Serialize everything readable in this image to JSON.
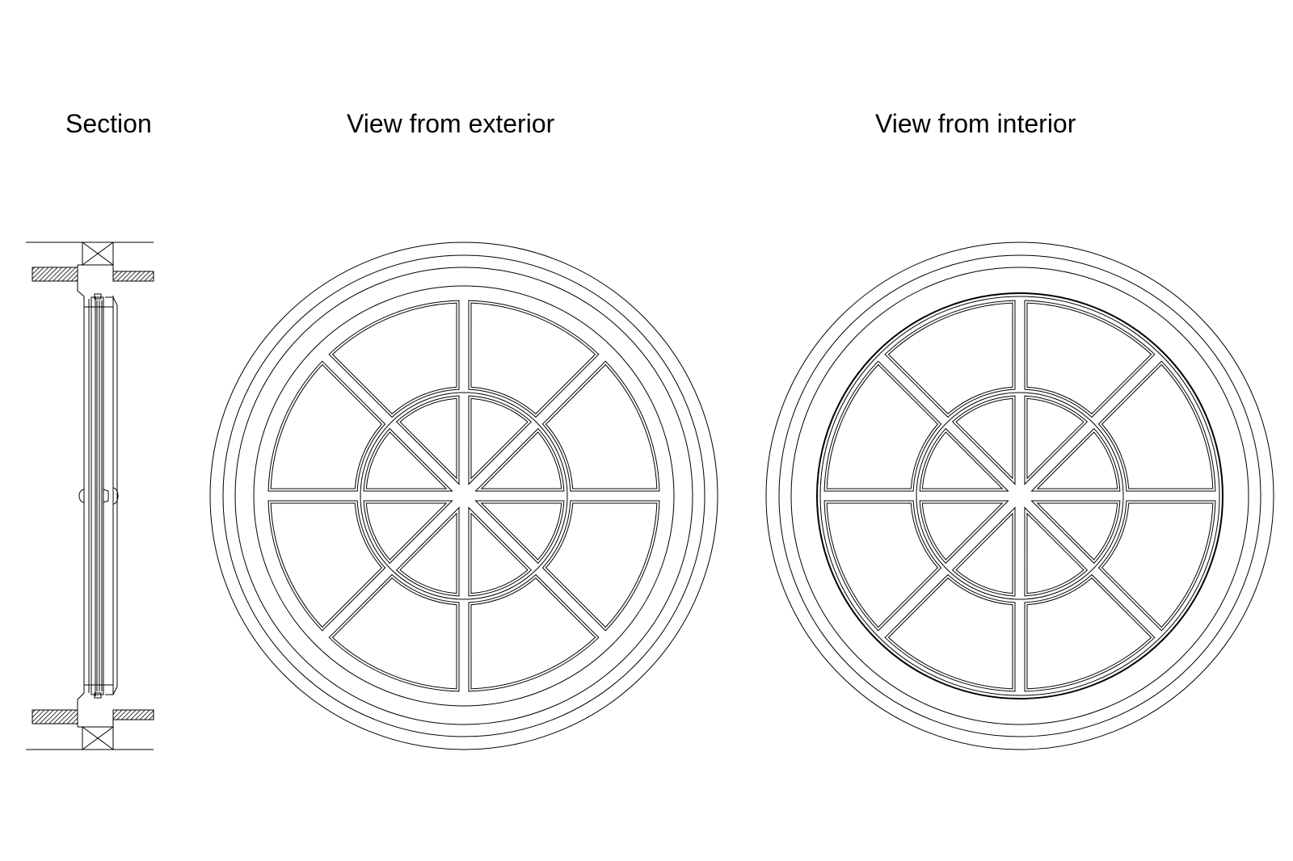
{
  "labels": {
    "section": "Section",
    "exterior": "View from exterior",
    "interior": "View from interior"
  },
  "colors": {
    "line": "#000000",
    "background": "#ffffff",
    "hatch": "#000000"
  },
  "drawing": {
    "views": [
      "section",
      "exterior-elevation",
      "interior-elevation"
    ],
    "window_shape": "round",
    "muntin_pattern": "radial-8-with-inner-ring"
  }
}
